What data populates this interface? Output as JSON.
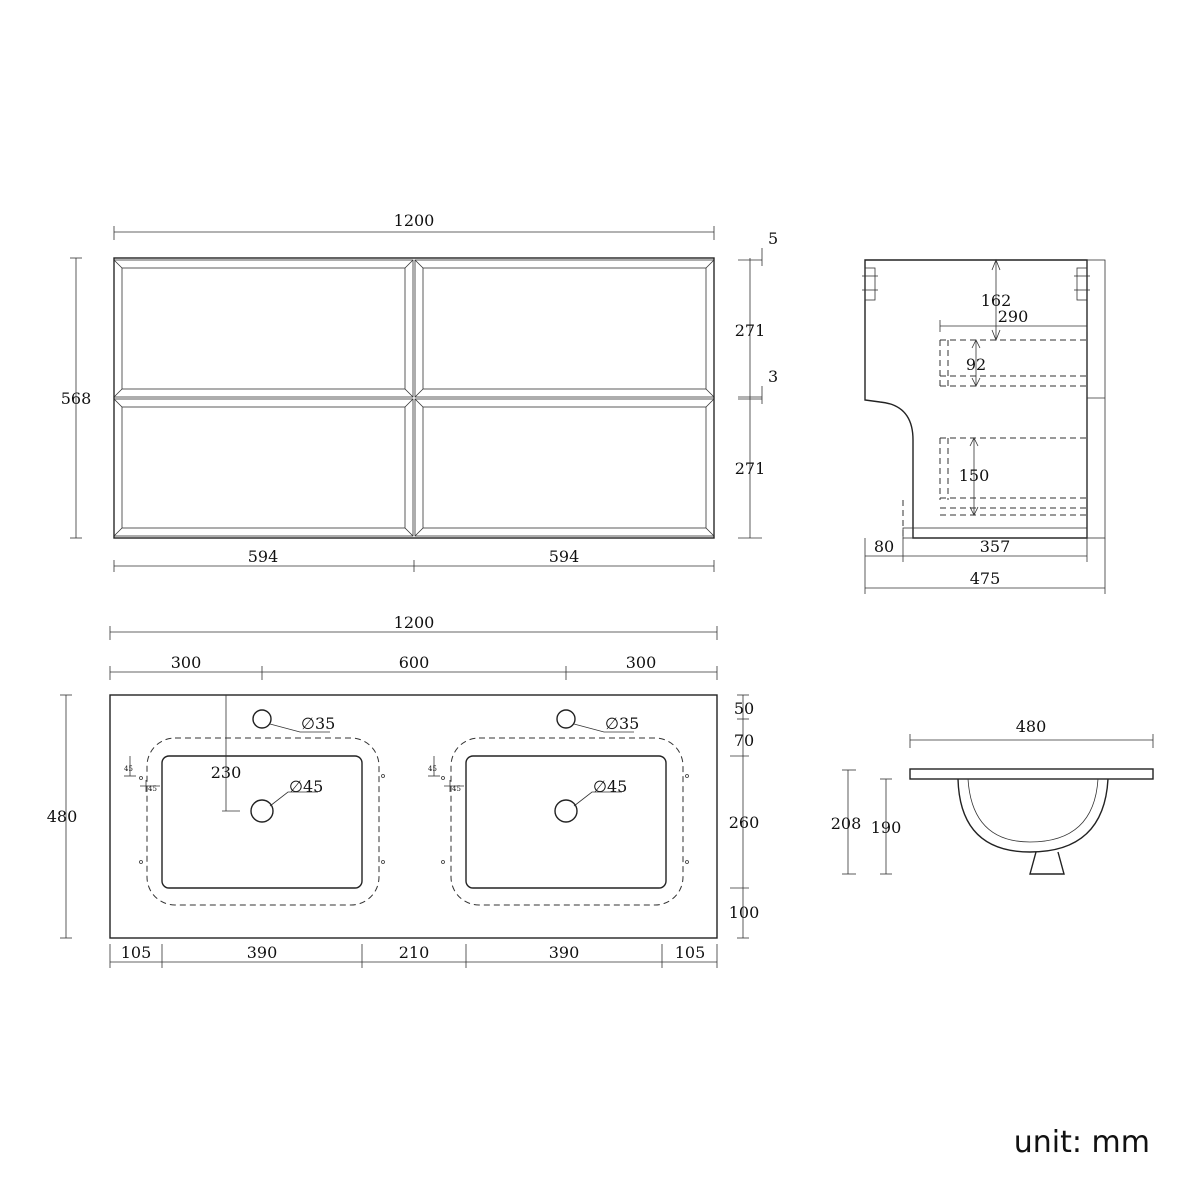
{
  "front_view": {
    "width_total": "1200",
    "height_total": "568",
    "top_gap": "5",
    "drawer_top_height": "271",
    "drawer_gap": "3",
    "drawer_bottom_height": "271",
    "panel_left_width": "594",
    "panel_right_width": "594"
  },
  "side_view": {
    "top_offset": "162",
    "inner_width": "290",
    "upper_drawer_depth": "92",
    "lower_drawer_depth": "150",
    "rear_offset": "80",
    "base_depth": "357",
    "total_depth": "475"
  },
  "basin_plan": {
    "total_width": "1200",
    "tap_spacing_left": "300",
    "tap_spacing_middle": "600",
    "tap_spacing_right": "300",
    "tap_hole_left": "∅35",
    "tap_hole_right": "∅35",
    "waste_hole_left": "∅45",
    "waste_hole_right": "∅45",
    "waste_offset": "230",
    "depth_total": "480",
    "edge_top": "50",
    "tap_to_bowl": "70",
    "bowl_depth": "260",
    "edge_bottom": "100",
    "corner_a": "45",
    "corner_b": "45",
    "corner_c": "45",
    "corner_d": "45",
    "bottom_segments": [
      "105",
      "390",
      "210",
      "390",
      "105"
    ]
  },
  "basin_section": {
    "width": "480",
    "overall_height": "208",
    "bowl_height": "190"
  },
  "unit_label": "unit: mm"
}
